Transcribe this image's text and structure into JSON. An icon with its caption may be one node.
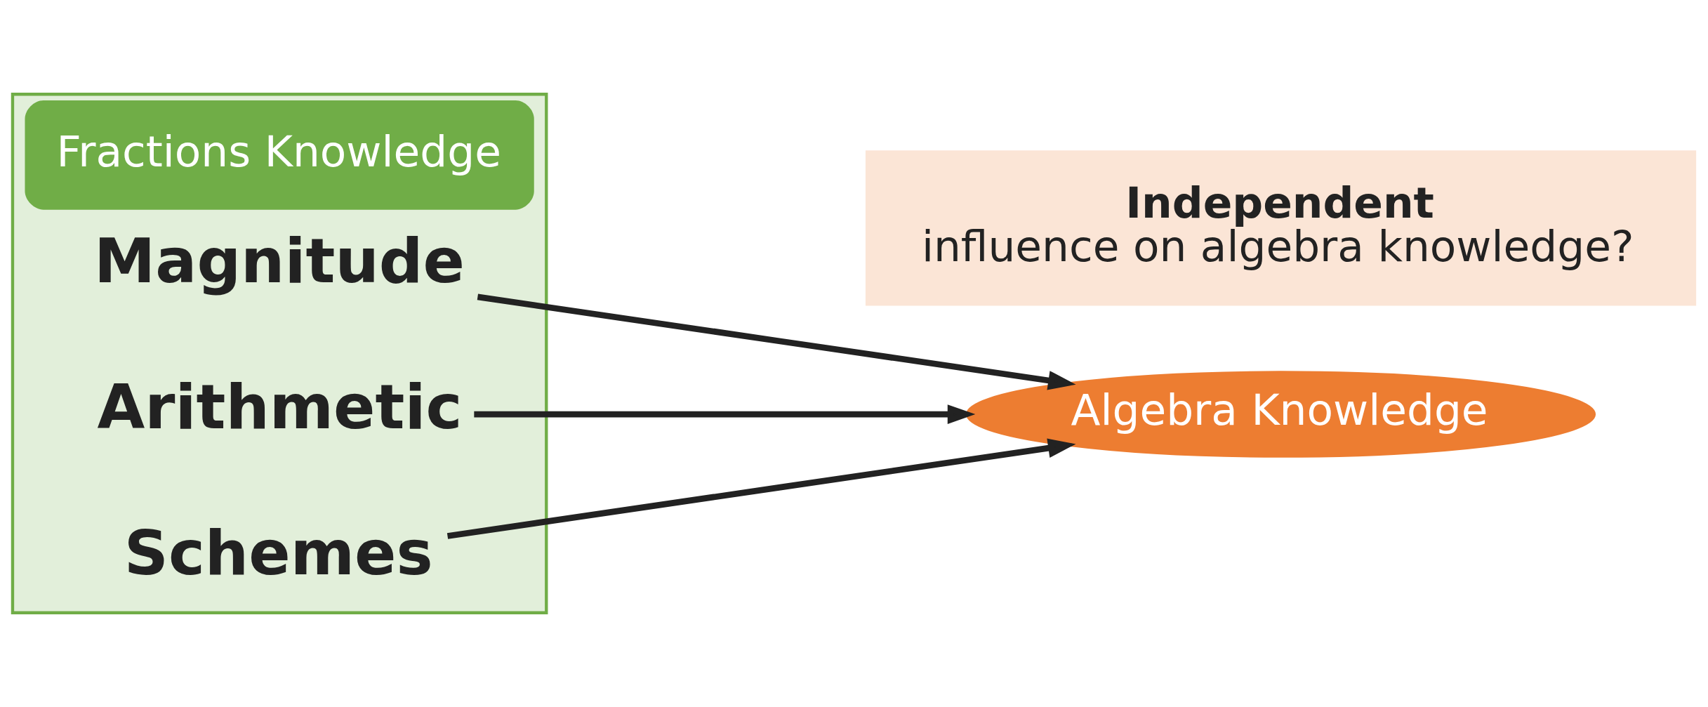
{
  "diagram": {
    "nodes": [
      {
        "text": [
          "Fractions Knowledge"
        ]
      },
      {
        "text": [
          "Magnitude"
        ],
        "in": 0
      },
      {
        "text": [
          "Arithmetic"
        ],
        "in": 0
      },
      {
        "text": [
          "Schemes"
        ],
        "in": 0
      },
      {
        "text": [
          "Algebra Knowledge"
        ]
      },
      {
        "text": [
          "Independent",
          "influence on algebra knowledge?"
        ]
      }
    ],
    "edges": [
      {
        "from": 1,
        "to": 4,
        "arrow": "to"
      },
      {
        "from": 2,
        "to": 4,
        "arrow": "to"
      },
      {
        "from": 3,
        "to": 4,
        "arrow": "to"
      }
    ]
  }
}
